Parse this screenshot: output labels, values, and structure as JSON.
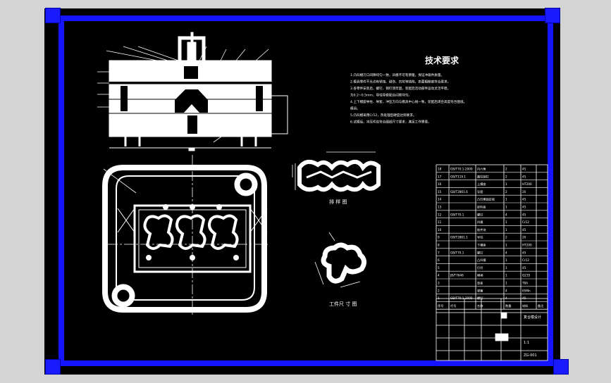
{
  "colors": {
    "background": "#d4d4d4",
    "canvas": "#000000",
    "frame": "#1414ff",
    "lines": "#ffffff"
  },
  "tech": {
    "title": "技术要求",
    "lines": [
      "1.凸凹模刃口间隙均匀一致，凹模不可有倒锥，保证冲裁件质量。",
      "2.模具零件不允许有锈蚀、碰伤、凹坑等缺陷，表面粗糙度符合要求。",
      "3.各零件安装后，螺钉、销钉须牢固，装配后活动部件运动灵活平稳。",
      "  为0.2~0.5mm，导柱导套配合间隙均匀。",
      "4.上下模座导柱、导套，冲压方向与模具中心线一致，装配后闭合高度符合图纸。",
      "  模具。",
      "5.凸凹模采用Cr12，热处理后硬度达到要求。",
      "6.试模后，冲压件应符合图纸尺寸要求，满足工作需要。"
    ]
  },
  "labels": {
    "layout": "排 样 图",
    "part": "工件尺 寸 图"
  },
  "bom": {
    "rows": [
      [
        "18",
        "GB/T70.1-2000",
        "内六角",
        "2",
        "45",
        ""
      ],
      [
        "17",
        "GB/T119.1",
        "圆柱销钉",
        "2",
        "45",
        ""
      ],
      [
        "16",
        "",
        "上模座",
        "1",
        "HT200",
        ""
      ],
      [
        "15",
        "GB/T2861.6",
        "导套",
        "2",
        "20",
        ""
      ],
      [
        "14",
        "",
        "凸凹模固定板",
        "1",
        "45",
        ""
      ],
      [
        "13",
        "",
        "卸料板",
        "1",
        "45",
        ""
      ],
      [
        "12",
        "GB/T70.1",
        "螺钉",
        "4",
        "45",
        ""
      ],
      [
        "11",
        "",
        "凹模",
        "1",
        "Cr12",
        ""
      ],
      [
        "10",
        "",
        "推件块",
        "1",
        "45",
        ""
      ],
      [
        "9",
        "GB/T2861.1",
        "导柱",
        "2",
        "20",
        ""
      ],
      [
        "8",
        "",
        "下模座",
        "1",
        "HT200",
        ""
      ],
      [
        "7",
        "GB/T70.1",
        "螺钉",
        "4",
        "45",
        ""
      ],
      [
        "6",
        "",
        "凸凹模",
        "1",
        "Cr12",
        ""
      ],
      [
        "5",
        "",
        "打杆",
        "1",
        "45",
        ""
      ],
      [
        "4",
        "JB/T7646",
        "模柄",
        "1",
        "Q235",
        ""
      ],
      [
        "3",
        "",
        "垫板",
        "1",
        "T8A",
        ""
      ],
      [
        "2",
        "",
        "弹簧",
        "4",
        "65Mn",
        ""
      ],
      [
        "1",
        "GB/T70.1-2000",
        "螺钉",
        "4",
        "45",
        ""
      ]
    ],
    "header": [
      "序号",
      "代号",
      "名称",
      "数量",
      "材料",
      "备注"
    ]
  },
  "titleblock": {
    "project": "复合模设计",
    "scale": "1:1",
    "drawing_no": "ZG-001"
  },
  "handles": [
    "corner-handle-tl",
    "corner-handle-tr",
    "corner-handle-bl",
    "corner-handle-br"
  ]
}
